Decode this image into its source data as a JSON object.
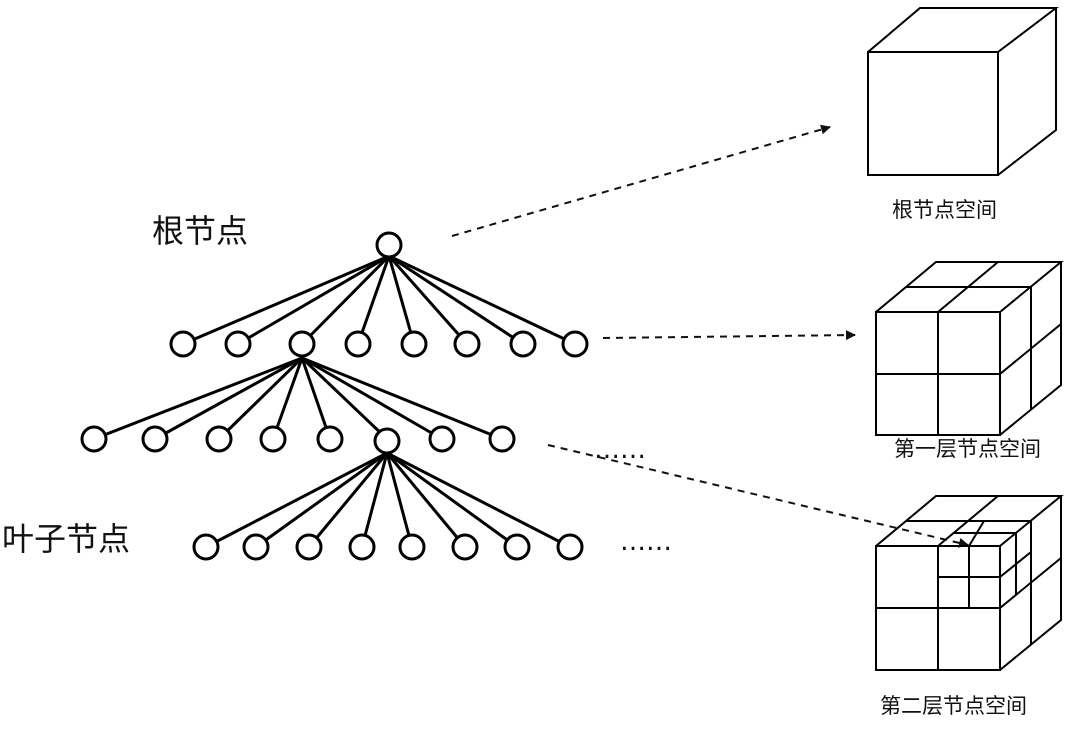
{
  "labels": {
    "root_node": "根节点",
    "leaf_node": "叶子节点",
    "root_space": "根节点空间",
    "level1_space": "第一层节点空间",
    "level2_space": "第二层节点空间"
  },
  "ellipsis": "……",
  "tree": {
    "root_children": 8,
    "level1_children": 8,
    "level2_children": 8
  }
}
